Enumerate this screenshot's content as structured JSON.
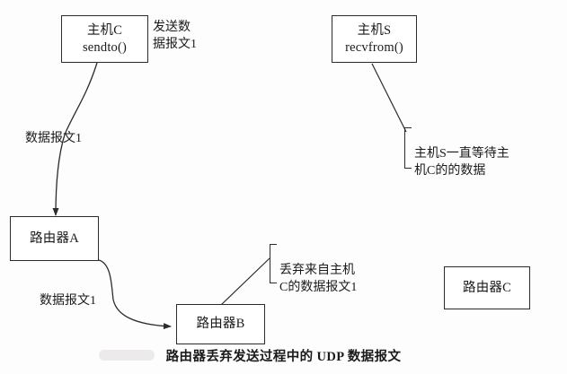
{
  "diagram": {
    "caption": "路由器丢弃发送过程中的 UDP 数据报文",
    "nodes": {
      "host_c": {
        "line1": "主机C",
        "line2": "sendto()"
      },
      "host_s": {
        "line1": "主机S",
        "line2": "recvfrom()"
      },
      "router_a": {
        "line1": "路由器A",
        "line2": ""
      },
      "router_b": {
        "line1": "路由器B",
        "line2": ""
      },
      "router_c": {
        "line1": "路由器C",
        "line2": ""
      }
    },
    "labels": {
      "send_datagram": "发送数\n据报文1",
      "datagram_upper": "数据报文1",
      "datagram_lower": "数据报文1"
    },
    "annotations": {
      "host_s_waiting": {
        "line1": "主机S一直等待主",
        "line2": "机C的的数据"
      },
      "drop_datagram": {
        "line1": "丢弃来自主机",
        "line2": "C的数据报文1"
      }
    },
    "colors": {
      "stroke": "#2b2b2b",
      "background": "#fdfdfd",
      "text": "#1a1a1a"
    }
  }
}
